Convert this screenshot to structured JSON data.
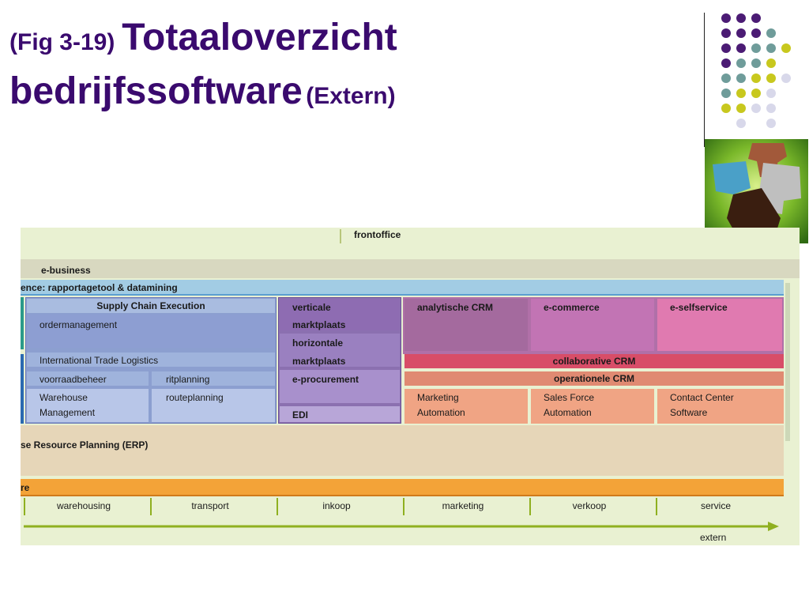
{
  "title": {
    "fig": "(Fig 3-19)",
    "main1": "Totaaloverzicht",
    "main2": "bedrijfssoftware",
    "extern": "(Extern)"
  },
  "diagram": {
    "frontoffice": "frontoffice",
    "ebusiness": "e-business",
    "bi": "ence: rapportagetool & datamining",
    "sce": {
      "header": "Supply Chain Execution",
      "ordermanagement": "ordermanagement",
      "itl": "International Trade Logistics",
      "voorraadbeheer": "voorraadbeheer",
      "ritplanning": "ritplanning",
      "warehouse1": "Warehouse",
      "warehouse2": "Management",
      "routeplanning": "routeplanning"
    },
    "market": {
      "verticale": "verticale",
      "marktplaats1": "marktplaats",
      "horizontale": "horizontale",
      "marktplaats2": "marktplaats",
      "eprocurement": "e-procurement",
      "edi": "EDI"
    },
    "crm": {
      "analytische": "analytische CRM",
      "ecommerce": "e-commerce",
      "eselfservice": "e-selfservice",
      "collaborative": "collaborative CRM",
      "operationele": "operationele CRM",
      "marketing1": "Marketing",
      "marketing2": "Automation",
      "salesforce1": "Sales Force",
      "salesforce2": "Automation",
      "contact1": "Contact Center",
      "contact2": "Software"
    },
    "erp": "se Resource Planning (ERP)",
    "re": "re",
    "bottom": [
      "warehousing",
      "transport",
      "inkoop",
      "marketing",
      "verkoop",
      "service"
    ],
    "extern": "extern"
  }
}
